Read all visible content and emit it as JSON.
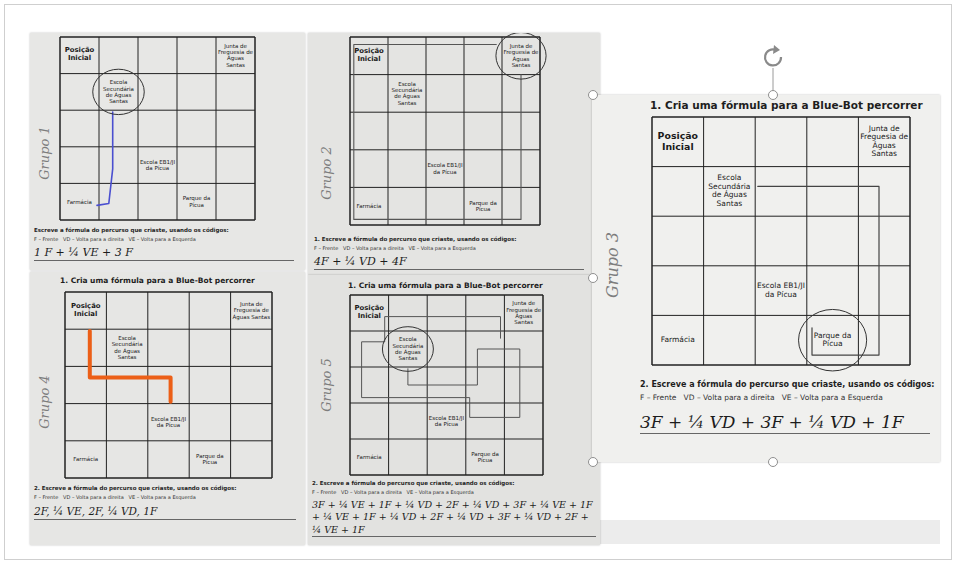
{
  "diagram": {
    "nodes": [
      {
        "text": [
          "Posição Inicial"
        ]
      },
      {
        "text": [
          "Junta de Freguesia de Águas Santas"
        ]
      },
      {
        "text": [
          "Escola Secundária de Águas Santas"
        ]
      },
      {
        "text": [
          "Escola EB1/JI da Pícua"
        ]
      },
      {
        "text": [
          "Farmácia"
        ]
      },
      {
        "text": [
          "Parque da Pícua"
        ]
      },
      {
        "text": [
          "Posição Inicial"
        ]
      },
      {
        "text": [
          "Junta de Freguesia de Águas Santas"
        ]
      },
      {
        "text": [
          "Escola Secundária de Águas Santas"
        ]
      },
      {
        "text": [
          "Escola EB1/JI da Pícua"
        ]
      },
      {
        "text": [
          "Farmácia"
        ]
      },
      {
        "text": [
          "Parque da Pícua"
        ]
      },
      {
        "text": [
          "Posição Inicial"
        ]
      },
      {
        "text": [
          "Junta de Freguesia de Águas Santas"
        ]
      },
      {
        "text": [
          "Escola Secundária de Águas Santas"
        ]
      },
      {
        "text": [
          "Escola EB1/JI da Pícua"
        ]
      },
      {
        "text": [
          "Farmácia"
        ]
      },
      {
        "text": [
          "Parque da Pícua"
        ]
      },
      {
        "text": [
          "Posição Inicial"
        ]
      },
      {
        "text": [
          "Junta de Freguesia de Águas Santas"
        ]
      },
      {
        "text": [
          "Escola Secundária de Águas Santas"
        ]
      },
      {
        "text": [
          "Escola EB1/JI da Pícua"
        ]
      },
      {
        "text": [
          "Farmácia"
        ]
      },
      {
        "text": [
          "Parque da Pícua"
        ]
      },
      {
        "text": [
          "Posição Inicial"
        ]
      },
      {
        "text": [
          "Junta de Freguesia de Águas Santas"
        ]
      },
      {
        "text": [
          "Escola Secundária de Águas Santas"
        ]
      },
      {
        "text": [
          "Escola EB1/JI da Pícua"
        ]
      },
      {
        "text": [
          "Farmácia"
        ]
      },
      {
        "text": [
          "Parque da Pícua"
        ]
      }
    ],
    "labels": [
      "Grupo 1",
      "Escreve a fórmula do percurso que criaste, usando os códigos:",
      "F – Frente   VD – Volta para a direita   VE – Volta para a Esquerda",
      "1 F + ¼ VE + 3 F",
      "Grupo 2",
      "1. Escreve a fórmula do percurso que criaste, usando os códigos:",
      "F – Frente   VD – Volta para a direita   VE – Volta para a Esquerda",
      "4F + ¼ VD + 4F",
      "1. Cria uma fórmula para a Blue-Bot percorrer",
      "Grupo 3",
      "2. Escreve a fórmula do percurso que criaste, usando os códigos:",
      "F – Frente   VD – Volta para a direita   VE – Volta para a Esquerda",
      "3F + ¼ VD + 3F + ¼ VD + 1F",
      "1. Cria uma fórmula para a Blue-Bot percorrer",
      "Grupo 4",
      "2. Escreve a fórmula do percurso que criaste, usando os códigos:",
      "F – Frente   VD – Volta para a direita   VE – Volta para a Esquerda",
      "2F, ¼ VE, 2F, ¼ VD, 1F",
      "1. Cria uma fórmula para a Blue-Bot percorrer",
      "Grupo 5",
      "2. Escreve a fórmula do percurso que criaste, usando os códigos:",
      "F – Frente   VD – Volta para a direita   VE – Volta para a Esquerda",
      "3F + ¼ VE + 1F + ¼ VD + 2F + ¼ VD + 3F + ¼ VE + 1F + ¼ VE + 1F + ¼ VD + 2F + ¼ VD + 3F + ¼ VD + 2F + ¼ VE + 1F"
    ]
  }
}
